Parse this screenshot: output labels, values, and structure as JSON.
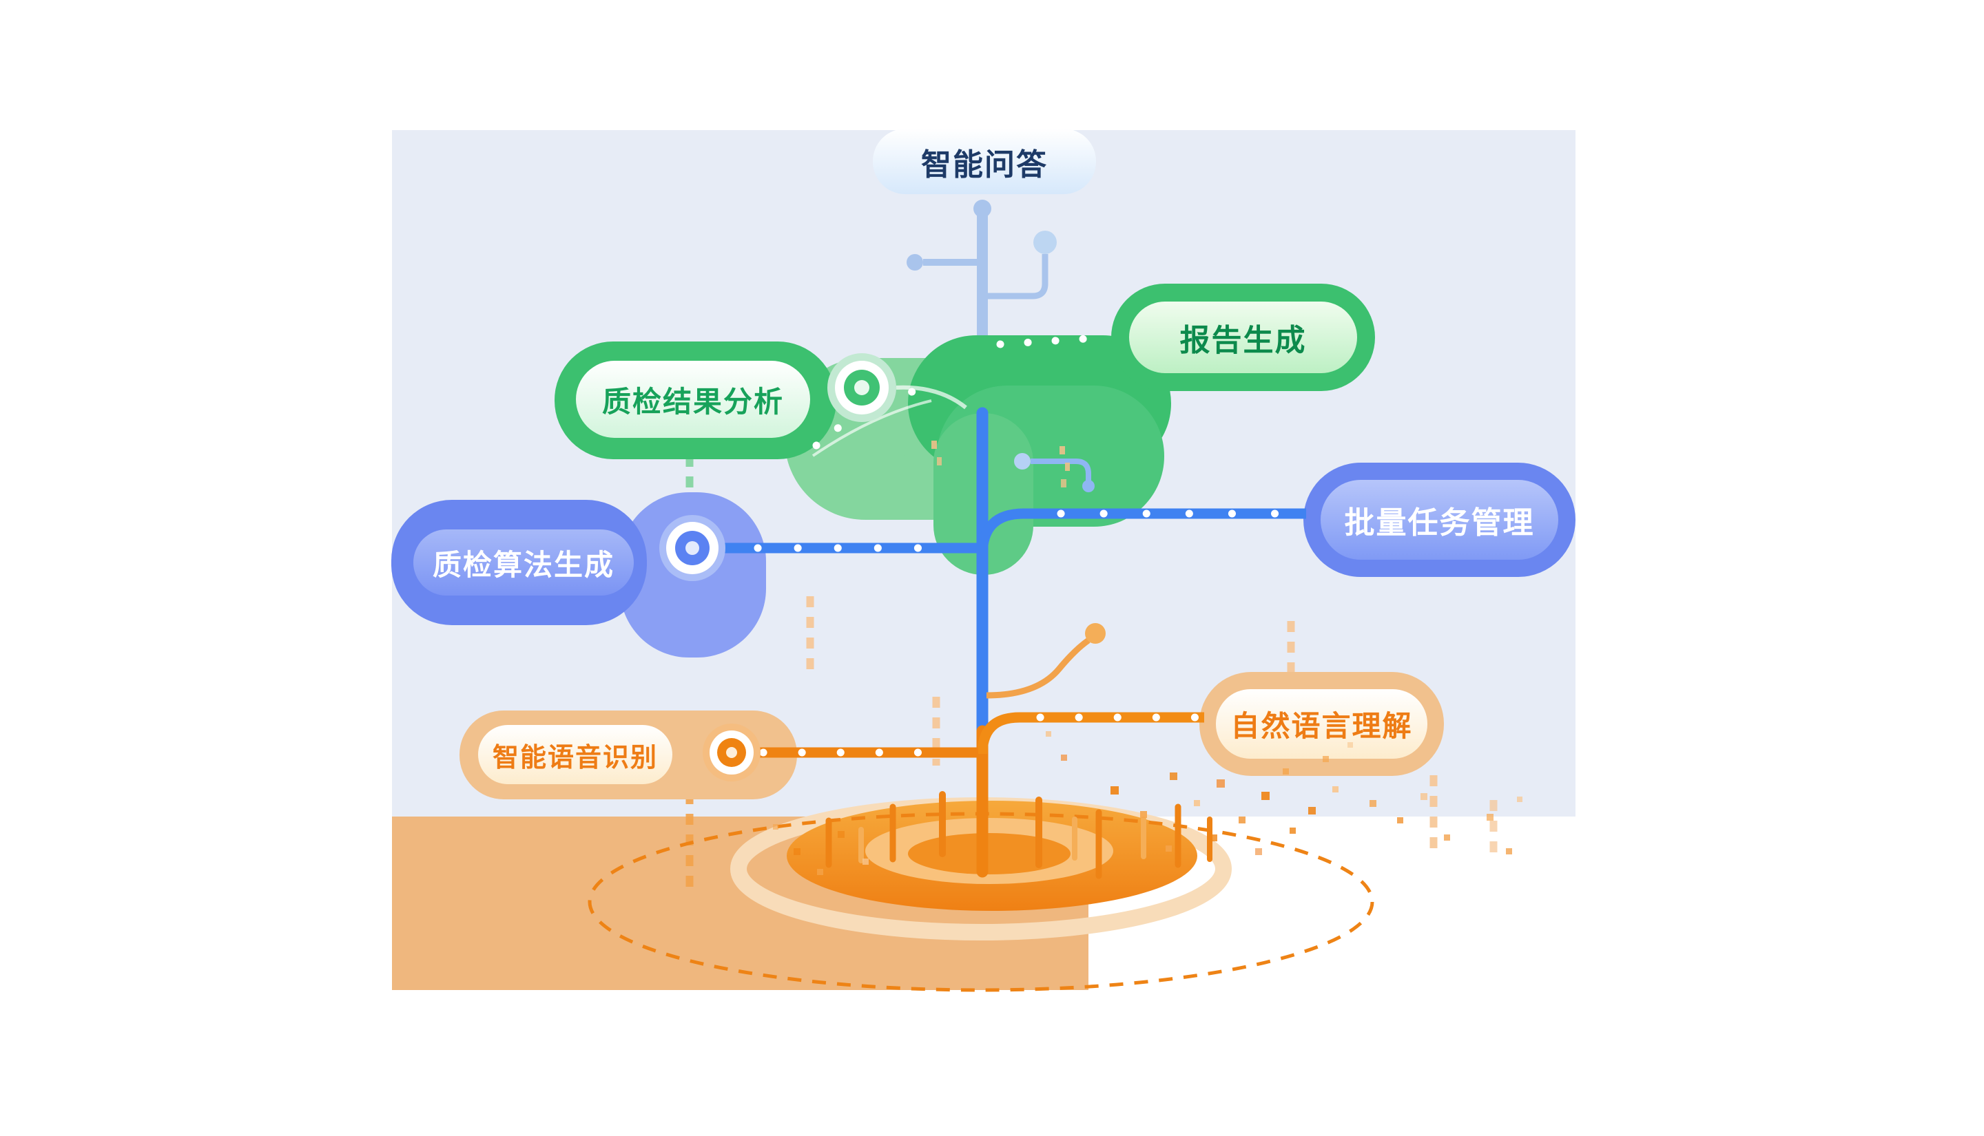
{
  "diagram": {
    "title": "capability-tree",
    "nodes": {
      "qa": {
        "label": "智能问答",
        "text_color": "#1d3a67",
        "pill_color": "#d9eafc"
      },
      "report": {
        "label": "报告生成",
        "text_color": "#0c8a4c",
        "pill_color": "#3cc06f"
      },
      "qc_result": {
        "label": "质检结果分析",
        "text_color": "#17a25a",
        "pill_color": "#3cc06f"
      },
      "batch": {
        "label": "批量任务管理",
        "text_color": "#ffffff",
        "pill_color": "#6a86f0"
      },
      "qc_algo": {
        "label": "质检算法生成",
        "text_color": "#ffffff",
        "pill_color": "#6a86f0"
      },
      "nlu": {
        "label": "自然语言理解",
        "text_color": "#ee7c15",
        "pill_color": "#f1c18d"
      },
      "asr": {
        "label": "智能语音识别",
        "text_color": "#ee7c15",
        "pill_color": "#f1c18d"
      }
    },
    "colors": {
      "panel_bg": "#e7ecf6",
      "ground_bg": "#efb77e",
      "green": "#3cc06f",
      "green_light": "#84d69e",
      "blue_pill": "#6a86f0",
      "branch_blue": "#3f82f1",
      "orange": "#ef8312",
      "tan": "#f1c18d",
      "light_blue": "#a9c4ec"
    },
    "icons": [
      "tree-node-circle-green",
      "tree-node-circle-blue",
      "tree-node-circle-orange"
    ]
  }
}
